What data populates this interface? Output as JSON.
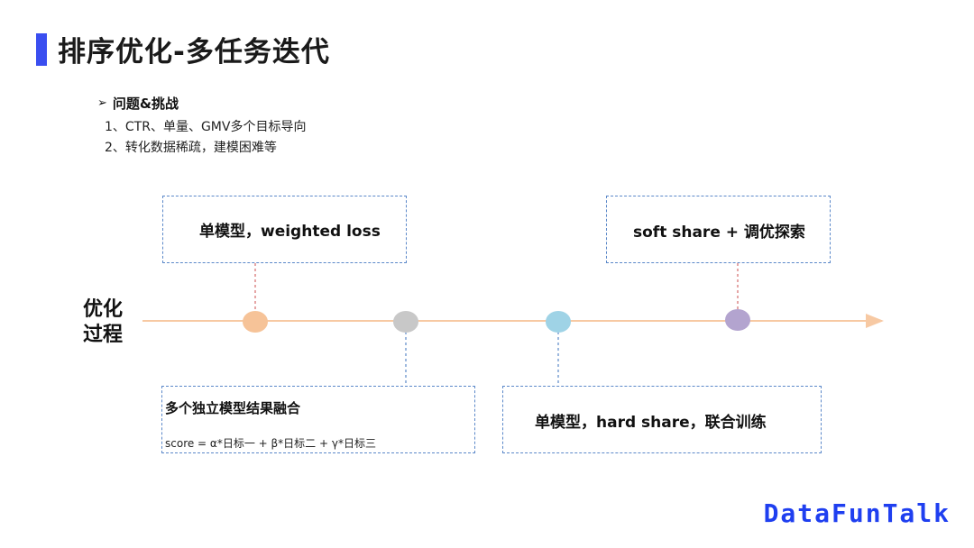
{
  "title": "排序优化-多任务迭代",
  "section": {
    "heading": "问题&挑战",
    "items": [
      "1、CTR、单量、GMV多个目标导向",
      "2、转化数据稀疏，建模困难等"
    ]
  },
  "process_label_line1": "优化",
  "process_label_line2": "过程",
  "stages": [
    {
      "label": "单模型，weighted loss",
      "color": "#f6c398"
    },
    {
      "label": "多个独立模型结果融合",
      "formula": "score = α*日标一 + β*日标二 + γ*日标三",
      "color": "#c8c8c8"
    },
    {
      "label": "单模型，hard share，联合训练",
      "color": "#9fd3e6"
    },
    {
      "label": "soft share + 调优探索",
      "color": "#b3a4cf"
    }
  ],
  "colors": {
    "title_bar": "#3a4ef0",
    "timeline": "#f7c9a3",
    "box_border": "#5b88c9",
    "connector": "#d46b6b",
    "logo": "#1f3ff0"
  },
  "logo": "DataFunTalk"
}
